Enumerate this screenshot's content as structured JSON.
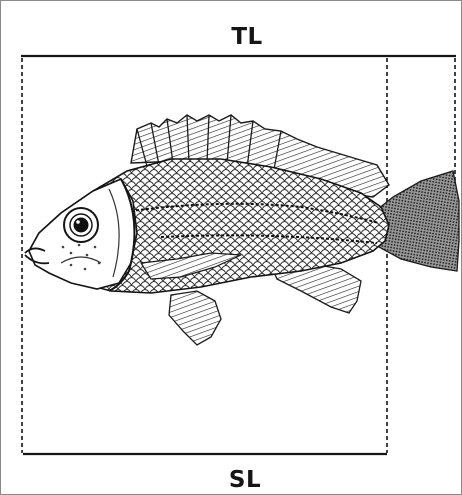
{
  "figure": {
    "top_label": "TL",
    "bottom_label": "SL",
    "image": "fish-illustration"
  },
  "colors": {
    "ink": "#151515",
    "frame": "#8a8a8a",
    "background": "#ffffff"
  }
}
